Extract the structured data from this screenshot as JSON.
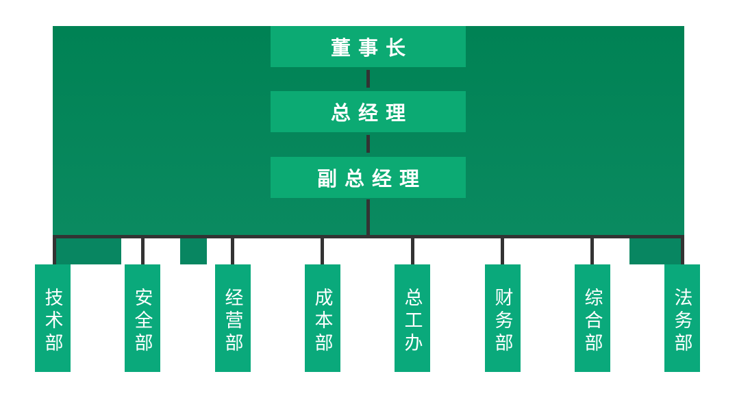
{
  "colors": {
    "panel-top": "#008254",
    "panel-bottom": "#0a8a60",
    "patch-green": "#088661",
    "node-green": "#0caa73",
    "dept-green": "#0aa97b",
    "line-dark": "#333333",
    "text-white": "#ffffff",
    "page-bg": "#ffffff"
  },
  "org": {
    "levels": [
      {
        "id": "chairman",
        "label": "董事长"
      },
      {
        "id": "general-manager",
        "label": "总经理"
      },
      {
        "id": "deputy-general-manager",
        "label": "副总经理"
      }
    ],
    "departments": [
      {
        "id": "technology",
        "label": "技术部"
      },
      {
        "id": "safety",
        "label": "安全部"
      },
      {
        "id": "operations",
        "label": "经营部"
      },
      {
        "id": "cost",
        "label": "成本部"
      },
      {
        "id": "chief-engineer-office",
        "label": "总工办"
      },
      {
        "id": "finance",
        "label": "财务部"
      },
      {
        "id": "general-affairs",
        "label": "综合部"
      },
      {
        "id": "legal",
        "label": "法务部"
      }
    ]
  }
}
